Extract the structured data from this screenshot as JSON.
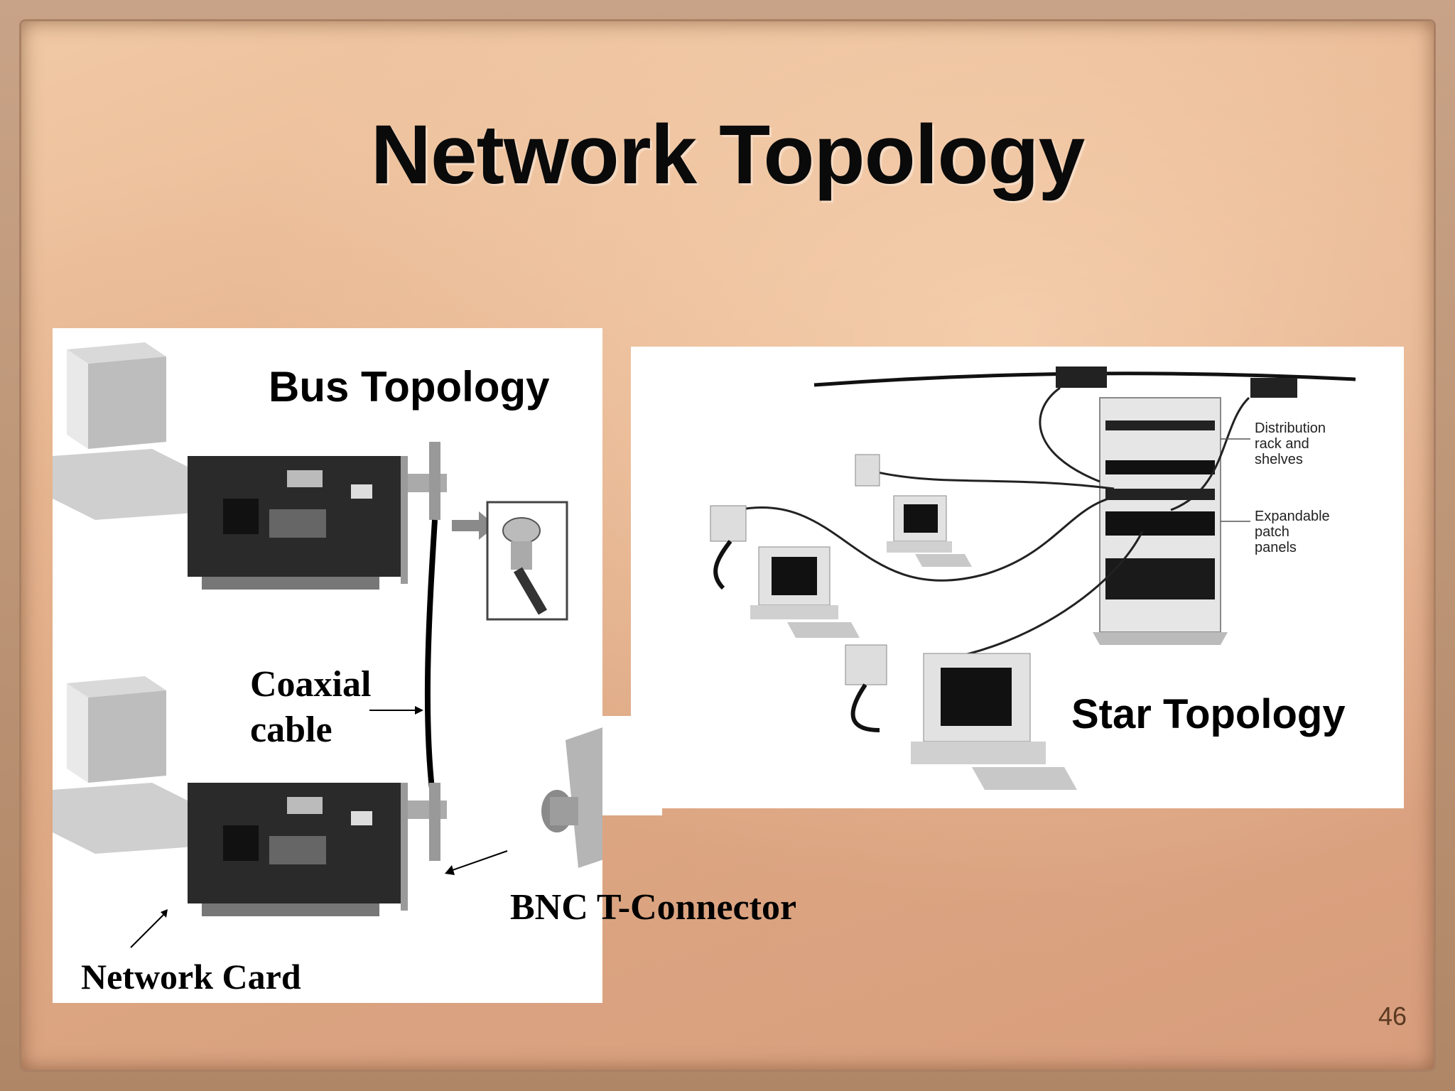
{
  "slide": {
    "title": "Network Topology",
    "page_number": "46"
  },
  "bus": {
    "title": "Bus Topology",
    "coax_label_line1": "Coaxial",
    "coax_label_line2": "cable",
    "connector_label": "BNC T-Connector",
    "card_label": "Network Card"
  },
  "star": {
    "title": "Star Topology",
    "rack_label": [
      "Distribution",
      "rack and",
      "shelves"
    ],
    "patch_label": [
      "Expandable",
      "patch",
      "panels"
    ]
  },
  "colors": {
    "title_text": "#0a0a0a",
    "page_number": "#5a3a22",
    "background": "#e7b58f"
  }
}
